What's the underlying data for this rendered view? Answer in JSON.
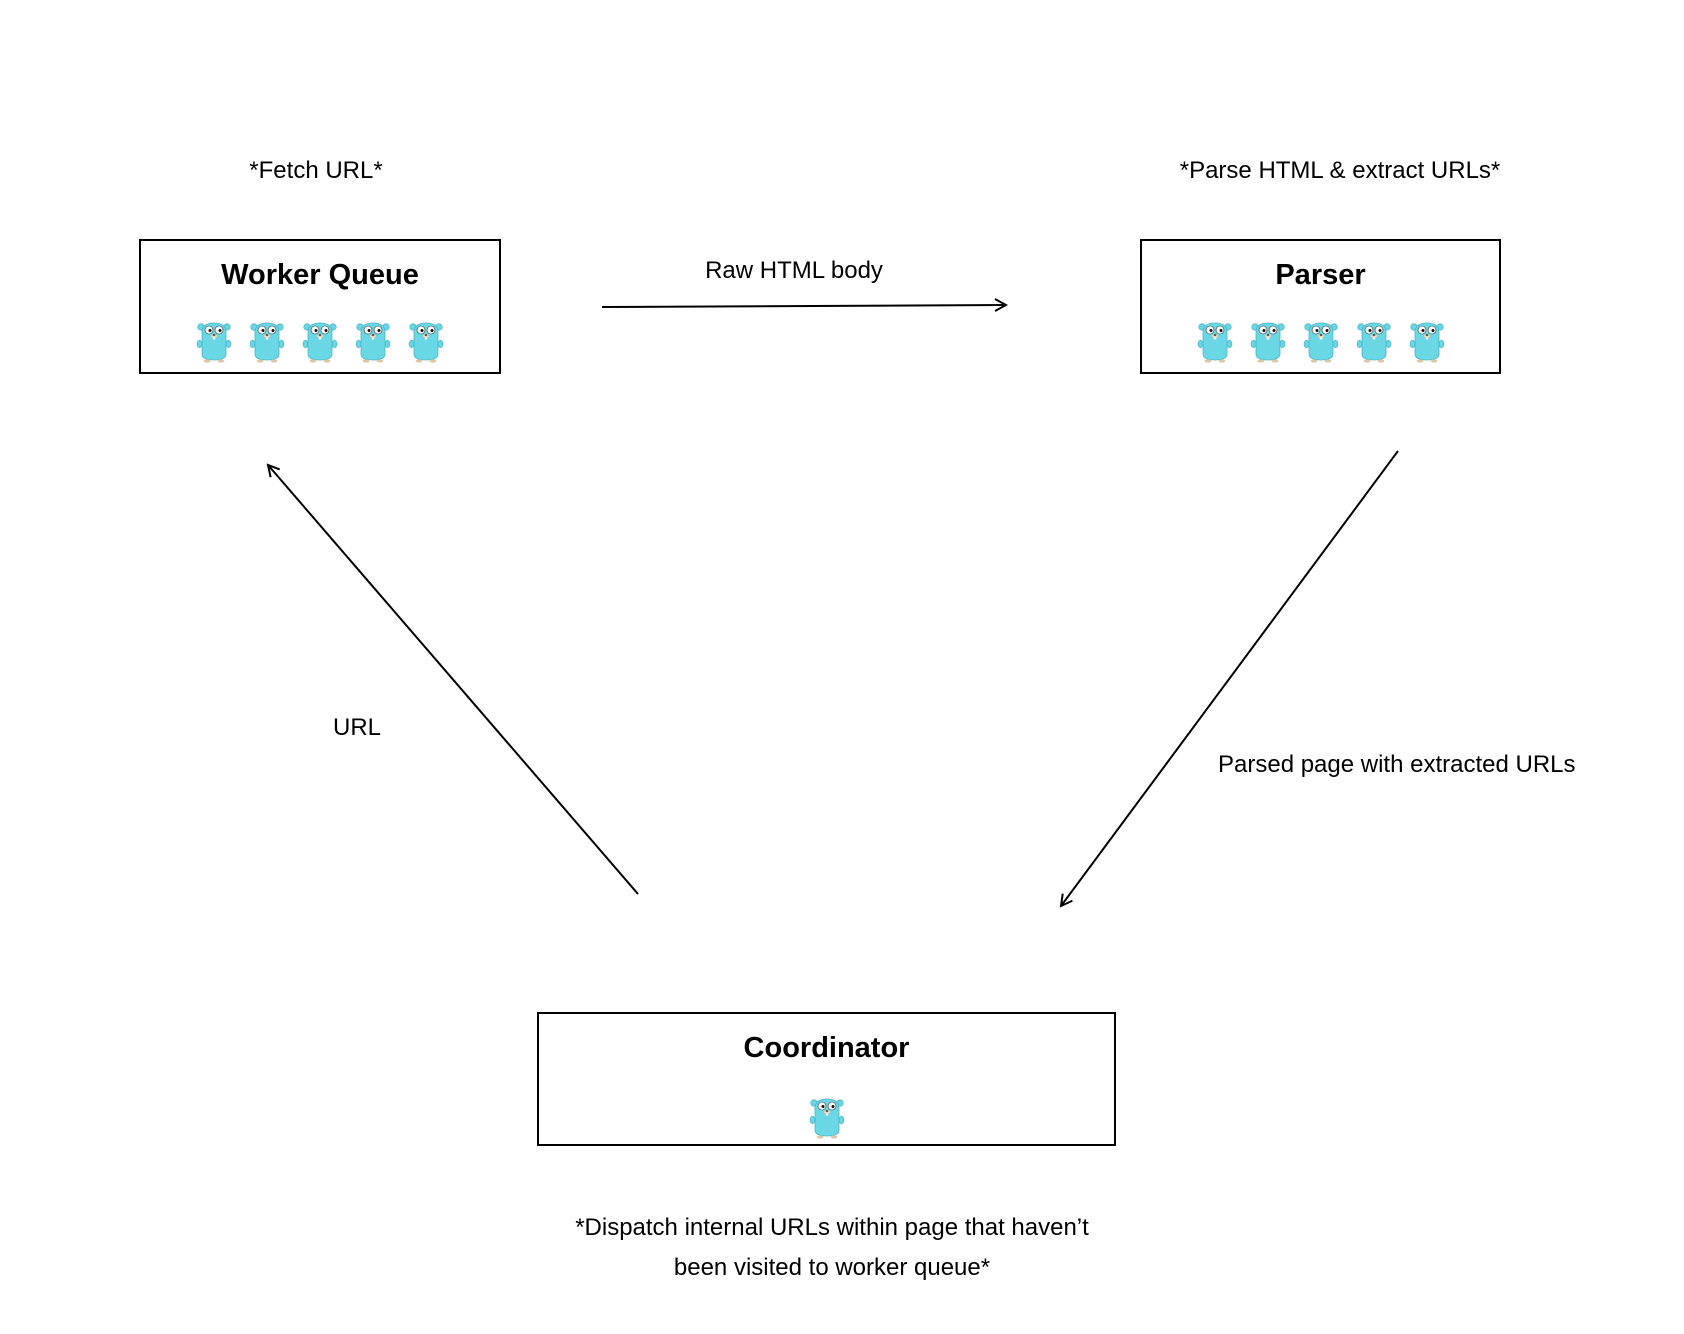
{
  "nodes": {
    "worker_queue": {
      "title": "Worker Queue",
      "note": "*Fetch URL*",
      "gophers": 5
    },
    "parser": {
      "title": "Parser",
      "note": "*Parse HTML & extract URLs*",
      "gophers": 5
    },
    "coordinator": {
      "title": "Coordinator",
      "note_line1": "*Dispatch internal URLs within page that haven’t",
      "note_line2": "been visited to worker queue*",
      "gophers": 1
    }
  },
  "edges": {
    "worker_to_parser": {
      "label": "Raw HTML body"
    },
    "parser_to_coordinator": {
      "label": "Parsed page with extracted URLs"
    },
    "coordinator_to_worker": {
      "label": "URL"
    }
  },
  "colors": {
    "gopher_body": "#6AD7E5",
    "gopher_outline": "#4CB5C7",
    "line": "#000000"
  }
}
